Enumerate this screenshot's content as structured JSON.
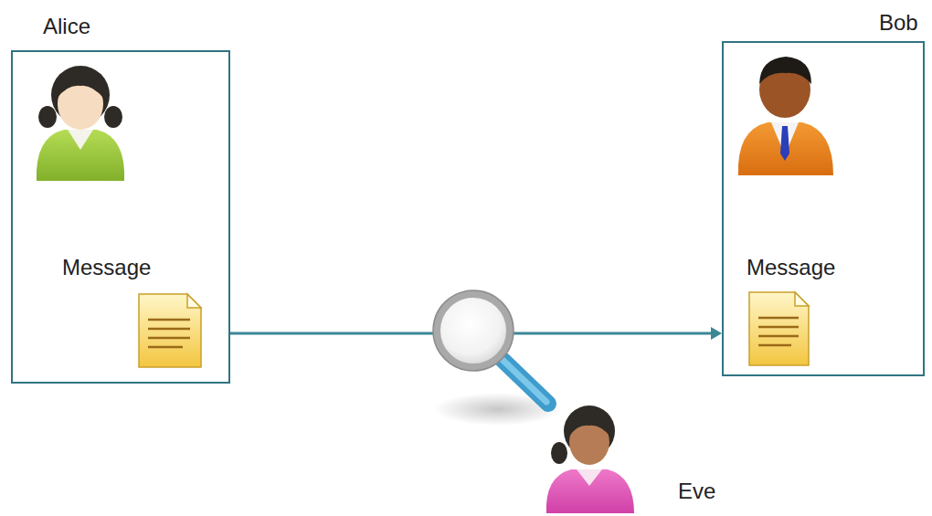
{
  "diagram": {
    "nodes": [
      {
        "text": [
          "Alice",
          "Message"
        ]
      },
      {
        "text": [
          "Bob",
          "Message"
        ]
      }
    ],
    "edges": [
      {
        "from": 0,
        "to": 1,
        "arrow": "to"
      }
    ],
    "labels": [
      "Eve"
    ]
  }
}
